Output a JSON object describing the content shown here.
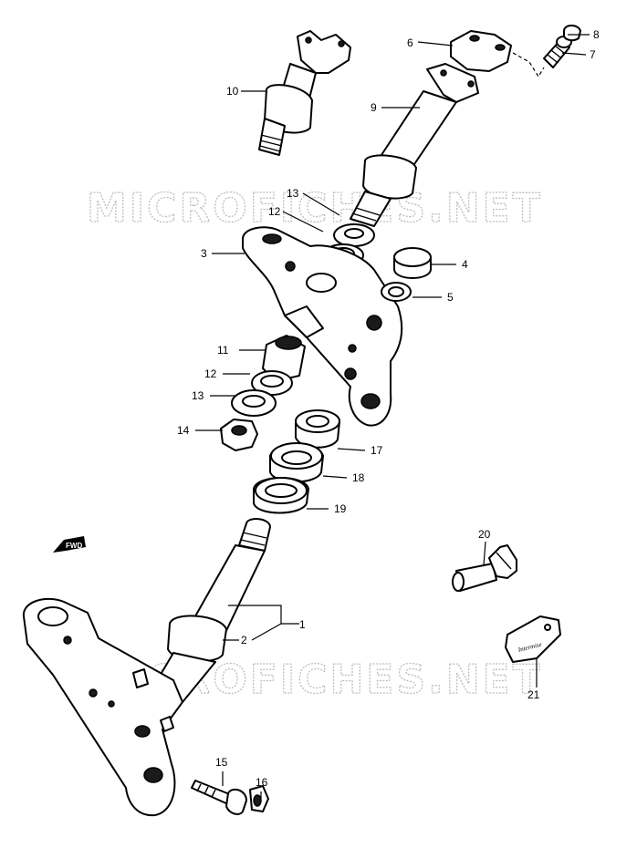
{
  "watermark": {
    "text": "MICROFICHES.NET"
  },
  "fwd_label": "FWD",
  "key_plate_text": "Intermise",
  "callouts": {
    "p1": "1",
    "p2": "2",
    "p3": "3",
    "p4": "4",
    "p5": "5",
    "p6": "6",
    "p7": "7",
    "p8": "8",
    "p9": "9",
    "p10": "10",
    "p11": "11",
    "p12a": "12",
    "p12b": "12",
    "p13a": "13",
    "p13b": "13",
    "p14": "14",
    "p15": "15",
    "p16": "16",
    "p17": "17",
    "p18": "18",
    "p19": "19",
    "p20": "20",
    "p21": "21"
  }
}
